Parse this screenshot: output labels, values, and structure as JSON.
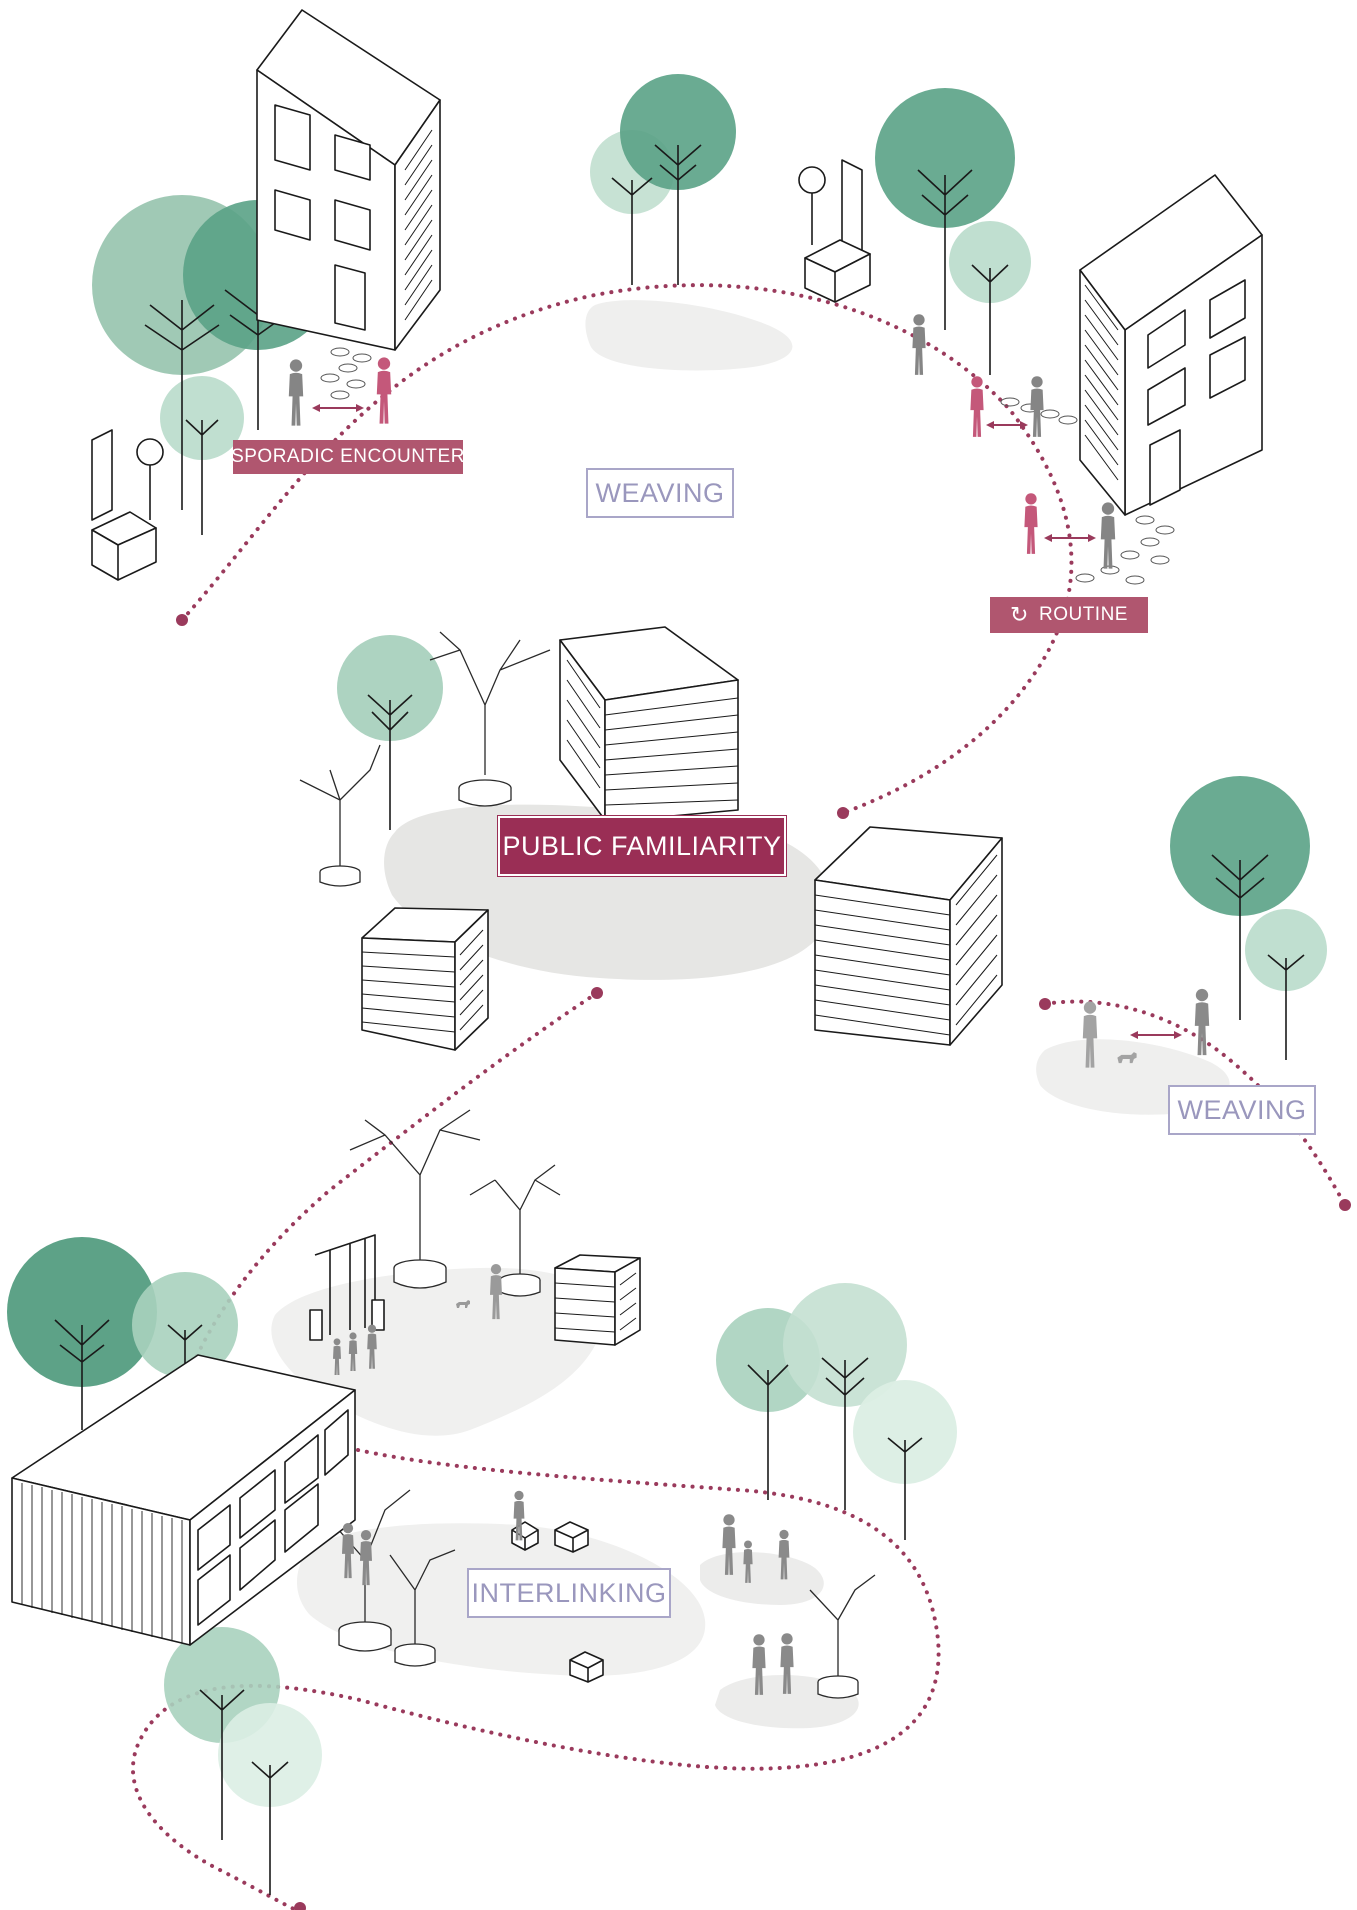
{
  "labels": {
    "sporadic_encounter": "SPORADIC ENCOUNTER",
    "weaving_top": "WEAVING",
    "routine": "ROUTINE",
    "public_familiarity": "PUBLIC FAMILIARITY",
    "weaving_right": "WEAVING",
    "interlinking": "INTERLINKING"
  },
  "icons": {
    "routine": "circular-arrow-icon"
  },
  "colors": {
    "accent": "#9a3a5c",
    "label_fill": "#b0566f",
    "label_fill_dark": "#9a2e55",
    "outline_label": "#a9a6c8",
    "tree_dark": "#5aa286",
    "tree_mid": "#8fc0a8",
    "tree_light": "#c4e0d2",
    "ground": "#e6e6e4",
    "ground_light": "#f0f0ef",
    "people_grey": "#8a8a8a",
    "people_pink": "#c4587a"
  }
}
